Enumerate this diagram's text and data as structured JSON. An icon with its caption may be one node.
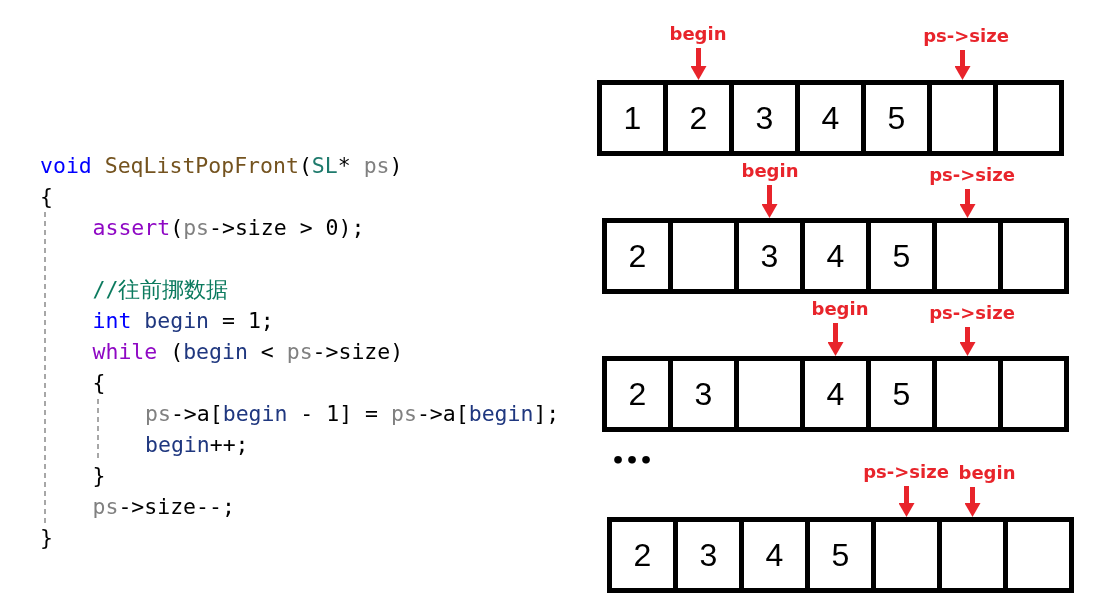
{
  "diagram": {
    "nodes": [
      {
        "text": [
          "begin"
        ]
      },
      {
        "text": [
          "ps->size"
        ]
      },
      {
        "text": [
          "1"
        ]
      },
      {
        "text": [
          "2"
        ]
      },
      {
        "text": [
          "3"
        ]
      },
      {
        "text": [
          "4"
        ]
      },
      {
        "text": [
          "5"
        ]
      },
      {
        "text": [],
        "shape": "box"
      },
      {
        "text": [],
        "shape": "box"
      },
      {
        "text": [
          "begin"
        ]
      },
      {
        "text": [
          "ps->size"
        ]
      },
      {
        "text": [
          "2"
        ]
      },
      {
        "text": [],
        "shape": "box"
      },
      {
        "text": [
          "3"
        ]
      },
      {
        "text": [
          "4"
        ]
      },
      {
        "text": [
          "5"
        ]
      },
      {
        "text": [],
        "shape": "box"
      },
      {
        "text": [],
        "shape": "box"
      },
      {
        "text": [
          "begin"
        ]
      },
      {
        "text": [
          "ps->size"
        ]
      },
      {
        "text": [
          "2"
        ]
      },
      {
        "text": [
          "3"
        ]
      },
      {
        "text": [],
        "shape": "box"
      },
      {
        "text": [
          "4"
        ]
      },
      {
        "text": [
          "5"
        ]
      },
      {
        "text": [],
        "shape": "box"
      },
      {
        "text": [],
        "shape": "box"
      },
      {
        "text": [
          "ps->size"
        ]
      },
      {
        "text": [
          "begin"
        ]
      },
      {
        "text": [
          "2"
        ]
      },
      {
        "text": [
          "3"
        ]
      },
      {
        "text": [
          "4"
        ]
      },
      {
        "text": [
          "5"
        ]
      },
      {
        "text": [],
        "shape": "box"
      },
      {
        "text": [],
        "shape": "box"
      },
      {
        "text": [],
        "shape": "box"
      }
    ],
    "edges": [
      {
        "from": 0,
        "to": 3,
        "arrow": "to"
      },
      {
        "from": 1,
        "to": 7,
        "arrow": "to"
      },
      {
        "from": 9,
        "to": 13,
        "arrow": "to"
      },
      {
        "from": 10,
        "to": 16,
        "arrow": "to"
      },
      {
        "from": 18,
        "to": 23,
        "arrow": "to"
      },
      {
        "from": 19,
        "to": 25,
        "arrow": "to"
      },
      {
        "from": 27,
        "to": 33,
        "arrow": "to"
      },
      {
        "from": 28,
        "to": 34,
        "arrow": "to"
      }
    ],
    "labels": [
      "void SeqListPopFront(SL* ps)",
      "{",
      "assert(ps->size > 0);",
      "//往前挪数据",
      "int begin = 1;",
      "while (begin < ps->size)",
      "{",
      "ps->a[begin - 1] = ps->a[begin];",
      "begin++;",
      "}",
      "ps->size--;",
      "}",
      "•••"
    ]
  }
}
